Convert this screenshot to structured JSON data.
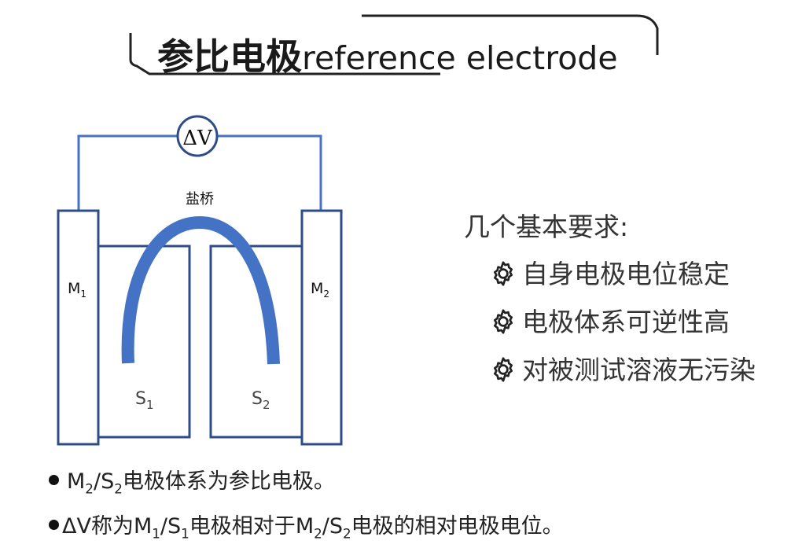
{
  "title": {
    "cn": "参比电极",
    "en": "reference electrode"
  },
  "diagram": {
    "meter_label": "ΔV",
    "bridge_label": "盐桥",
    "left_electrode": {
      "base": "M",
      "sub": "1"
    },
    "right_electrode": {
      "base": "M",
      "sub": "2"
    },
    "left_solution": {
      "base": "S",
      "sub": "1"
    },
    "right_solution": {
      "base": "S",
      "sub": "2"
    },
    "colors": {
      "wire": "#4472c4",
      "bridge": "#4472c4",
      "box": "#2f4c8a"
    }
  },
  "requirements": {
    "heading": "几个基本要求:",
    "items": [
      "自身电极电位稳定",
      "电极体系可逆性高",
      "对被测试溶液无污染"
    ]
  },
  "bullets": {
    "b1": {
      "m": "M",
      "m_sub": "2",
      "slash": "/",
      "s": "S",
      "s_sub": "2",
      "text": "电极体系为参比电极。"
    },
    "b2": {
      "dv": "ΔV称为",
      "m1": "M",
      "m1_sub": "1",
      "s1": "S",
      "s1_sub": "1",
      "mid": "电极相对于",
      "m2": "M",
      "m2_sub": "2",
      "s2": "S",
      "s2_sub": "2",
      "tail": "电极的相对电极电位。"
    }
  }
}
